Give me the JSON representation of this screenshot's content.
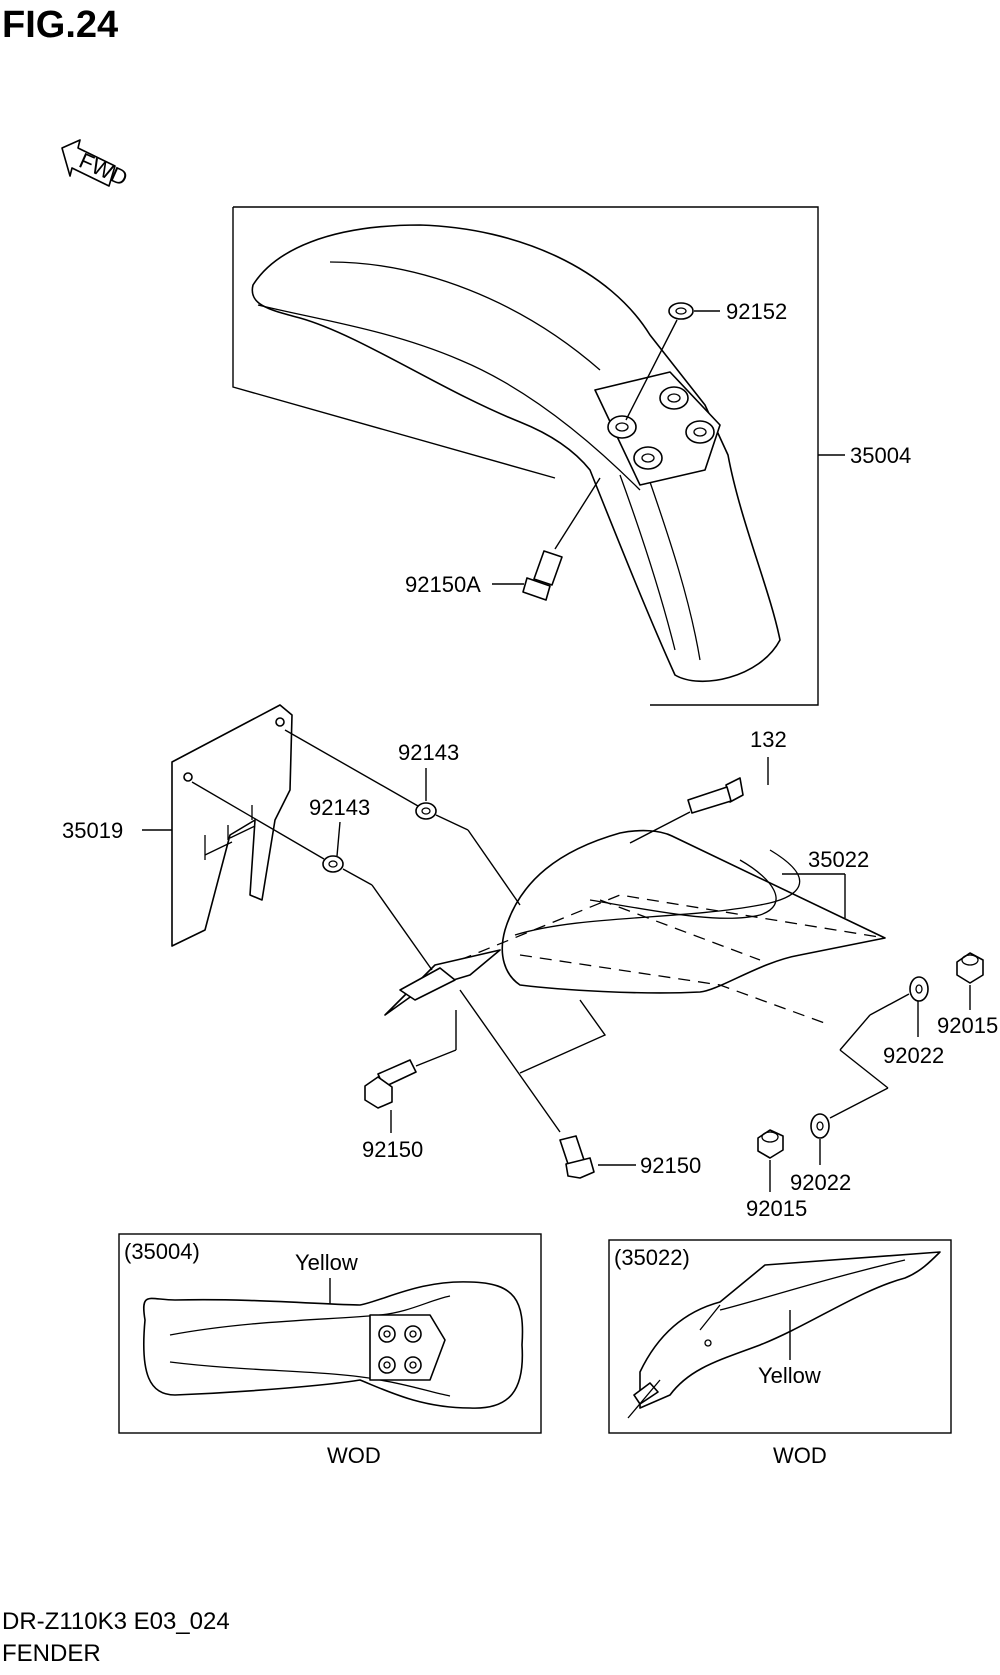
{
  "figure": {
    "title": "FIG.24",
    "fwd_label": "FWD"
  },
  "parts": {
    "p92152": "92152",
    "p35004": "35004",
    "p92150A": "92150A",
    "p35019": "35019",
    "p92143_a": "92143",
    "p92143_b": "92143",
    "p132": "132",
    "p35022": "35022",
    "p92015_a": "92015",
    "p92022_a": "92022",
    "p92150_a": "92150",
    "p92150_b": "92150",
    "p92022_b": "92022",
    "p92015_b": "92015"
  },
  "insets": [
    {
      "ref": "(35004)",
      "note": "Yellow",
      "caption": "WOD"
    },
    {
      "ref": "(35022)",
      "note": "Yellow",
      "caption": "WOD"
    }
  ],
  "footer": {
    "model_code": "DR-Z110K3 E03_024",
    "section": "FENDER"
  }
}
